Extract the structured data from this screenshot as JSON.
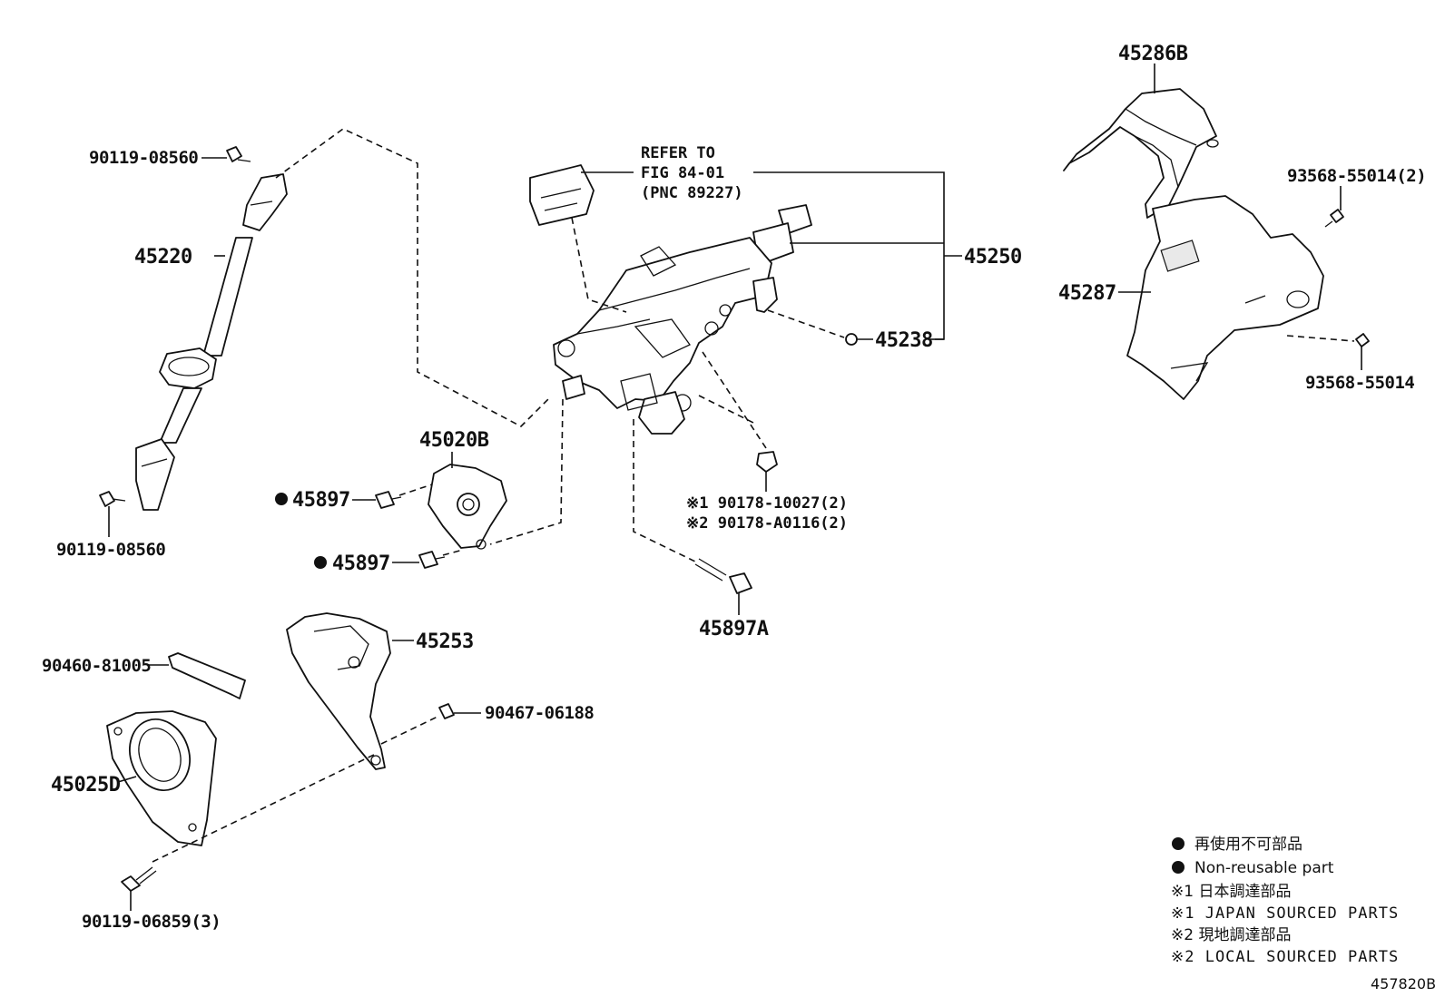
{
  "labels": {
    "p45286B": "45286B",
    "p93568_2": "93568-55014(2)",
    "p45287": "45287",
    "p93568": "93568-55014",
    "p45250": "45250",
    "p45238": "45238",
    "refer1": "REFER TO",
    "refer2": "FIG 84-01",
    "refer3": "(PNC 89227)",
    "p90119_top": "90119-08560",
    "p45220": "45220",
    "p90119_bot": "90119-08560",
    "p45020B": "45020B",
    "p45897_a": "45897",
    "p45897_b": "45897",
    "p90178_1": "※1 90178-10027(2)",
    "p90178_2": "※2 90178-A0116(2)",
    "p45897A": "45897A",
    "p45253": "45253",
    "p90460": "90460-81005",
    "p90467": "90467-06188",
    "p45025D": "45025D",
    "p90119_06859": "90119-06859(3)"
  },
  "legend": {
    "l1": "再使用不可部品",
    "l2": "Non-reusable part",
    "l3": "※1 日本調達部品",
    "l4": "※1 JAPAN SOURCED PARTS",
    "l5": "※2 現地調達部品",
    "l6": "※2 LOCAL SOURCED PARTS"
  },
  "figure_id": "457820B"
}
